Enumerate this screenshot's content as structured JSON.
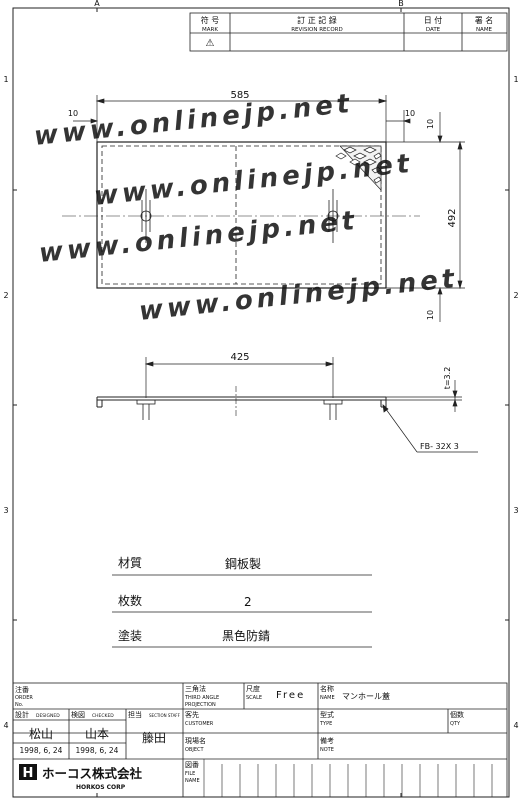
{
  "zone_letters": [
    "A",
    "B"
  ],
  "zone_numbers": [
    "1",
    "2",
    "3",
    "4"
  ],
  "revision_block": {
    "mark_jp": "符 号",
    "mark_en": "MARK",
    "revision_jp": "訂 正 記 録",
    "revision_en": "REVISION RECORD",
    "date_jp": "日 付",
    "date_en": "DATE",
    "name_jp": "署 名",
    "name_en": "NAME",
    "mark_symbol": "⚠"
  },
  "watermark": {
    "line1": "www.onlinejp.net",
    "line2": "www.onlinejp.net",
    "line3": "www.onlinejp.net",
    "line4": "www.onlinejp.net"
  },
  "dimensions": {
    "length": "585",
    "left_margin": "10",
    "right_margin": "10",
    "top_margin": "10",
    "width": "492",
    "bottom_margin": "10",
    "handle_spacing": "425",
    "thickness": "t=3.2",
    "flat_bar": "FB- 32X 3"
  },
  "specs": [
    {
      "label": "材質",
      "value": "鋼板製"
    },
    {
      "label": "枚数",
      "value": "2"
    },
    {
      "label": "塗装",
      "value": "黒色防錆"
    }
  ],
  "title_block": {
    "order_jp": "注番",
    "order_en": "ORDER",
    "no_en": "No.",
    "designed_jp": "設計",
    "designed_en": "DESIGNED",
    "designer": "松山",
    "designed_date": "1998, 6, 24",
    "checked_jp": "検図",
    "checked_en": "CHECKED",
    "checker": "山本",
    "checked_date": "1998, 6, 24",
    "section_jp": "担当",
    "section_en": "SECTION STAFF",
    "staff": "籐田",
    "projection_jp": "三角法",
    "projection_en1": "THIRD ANGLE",
    "projection_en2": "PROJECTION",
    "scale_jp": "尺度",
    "scale_en": "SCALE",
    "scale_value": "Free",
    "name_jp": "名称",
    "name_en": "NAME",
    "name_value": "マンホール蓋",
    "customer_jp": "客先",
    "customer_en": "CUSTOMER",
    "type_jp": "型式",
    "type_en": "TYPE",
    "qty_jp": "個数",
    "qty_en": "QTY",
    "object_jp": "現場名",
    "object_en": "OBJECT",
    "note_jp": "備考",
    "note_en": "NOTE",
    "file_jp": "図番",
    "file_en1": "FILE",
    "file_en2": "NAME",
    "company_jp": "ホーコス株式会社",
    "company_en": "HORKOS CORP",
    "logo_letter": "H"
  }
}
